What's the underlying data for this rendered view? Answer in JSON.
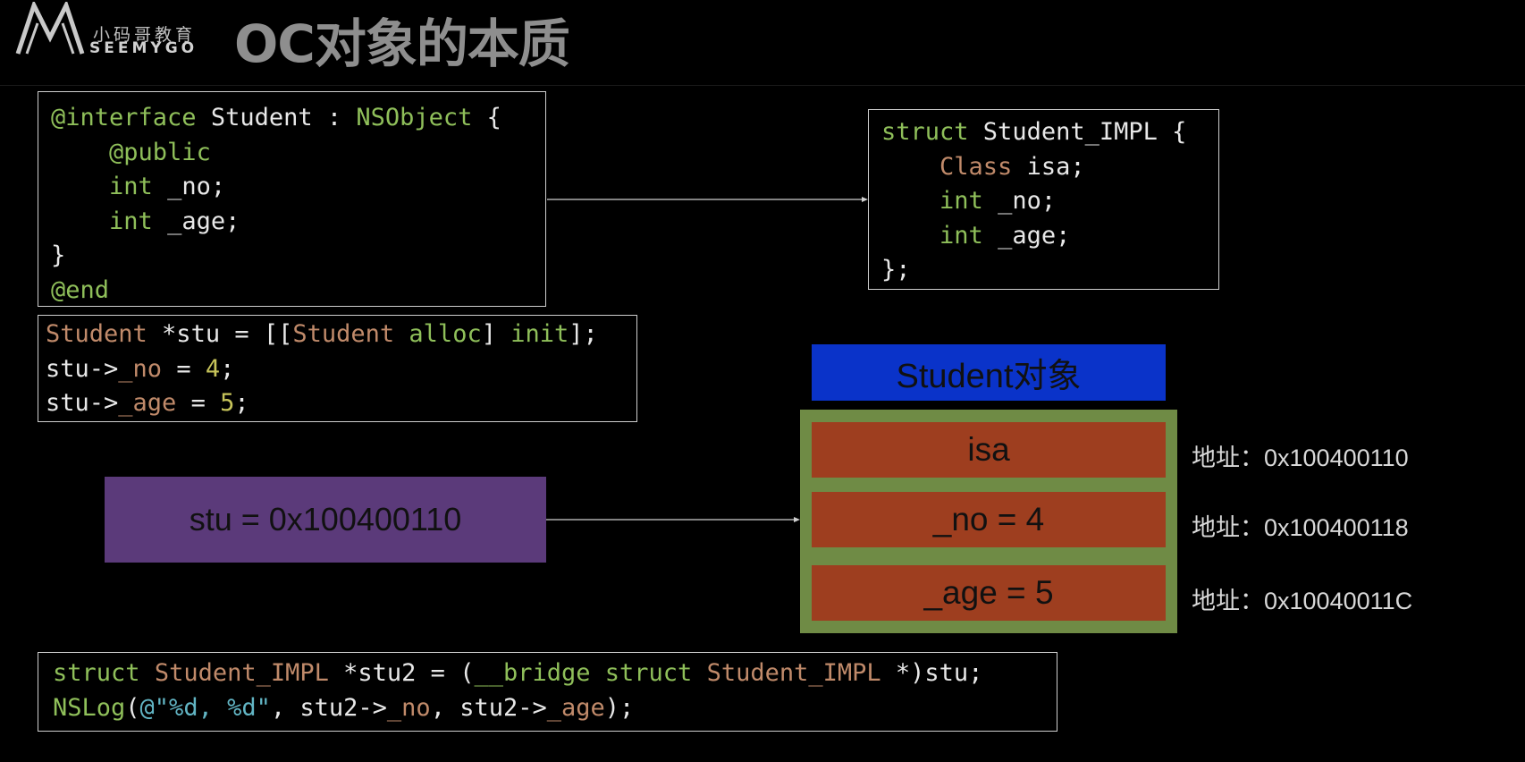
{
  "header": {
    "logo_cn": "小码哥教育",
    "logo_en": "SEEMYGO",
    "title": "OC对象的本质"
  },
  "code": {
    "interface": [
      [
        {
          "t": "@interface",
          "c": "kw"
        },
        {
          "t": " Student : "
        },
        {
          "t": "NSObject",
          "c": "kw"
        },
        {
          "t": " {"
        }
      ],
      [
        {
          "t": "    "
        },
        {
          "t": "@public",
          "c": "kw"
        }
      ],
      [
        {
          "t": "    "
        },
        {
          "t": "int",
          "c": "kw"
        },
        {
          "t": " _no;"
        }
      ],
      [
        {
          "t": "    "
        },
        {
          "t": "int",
          "c": "kw"
        },
        {
          "t": " _age;"
        }
      ],
      [
        {
          "t": "}"
        }
      ],
      [
        {
          "t": "@end",
          "c": "kw"
        }
      ]
    ],
    "impl_struct": [
      [
        {
          "t": "struct",
          "c": "kw"
        },
        {
          "t": " Student_IMPL {"
        }
      ],
      [
        {
          "t": "    "
        },
        {
          "t": "Class",
          "c": "ty"
        },
        {
          "t": " isa;"
        }
      ],
      [
        {
          "t": "    "
        },
        {
          "t": "int",
          "c": "kw"
        },
        {
          "t": " _no;"
        }
      ],
      [
        {
          "t": "    "
        },
        {
          "t": "int",
          "c": "kw"
        },
        {
          "t": " _age;"
        }
      ],
      [
        {
          "t": "};"
        }
      ]
    ],
    "alloc": [
      [
        {
          "t": "Student",
          "c": "ty"
        },
        {
          "t": " *stu = [["
        },
        {
          "t": "Student",
          "c": "ty"
        },
        {
          "t": " "
        },
        {
          "t": "alloc",
          "c": "kw"
        },
        {
          "t": "] "
        },
        {
          "t": "init",
          "c": "kw"
        },
        {
          "t": "];"
        }
      ],
      [
        {
          "t": "stu->"
        },
        {
          "t": "_no",
          "c": "ty"
        },
        {
          "t": " = "
        },
        {
          "t": "4",
          "c": "num"
        },
        {
          "t": ";"
        }
      ],
      [
        {
          "t": "stu->"
        },
        {
          "t": "_age",
          "c": "ty"
        },
        {
          "t": " = "
        },
        {
          "t": "5",
          "c": "num"
        },
        {
          "t": ";"
        }
      ]
    ],
    "bridge": [
      [
        {
          "t": "struct",
          "c": "kw"
        },
        {
          "t": " "
        },
        {
          "t": "Student_IMPL",
          "c": "ty"
        },
        {
          "t": " *stu2 = ("
        },
        {
          "t": "__bridge",
          "c": "kw"
        },
        {
          "t": " "
        },
        {
          "t": "struct",
          "c": "kw"
        },
        {
          "t": " "
        },
        {
          "t": "Student_IMPL",
          "c": "ty"
        },
        {
          "t": " *)stu;"
        }
      ],
      [
        {
          "t": "NSLog",
          "c": "kw"
        },
        {
          "t": "("
        },
        {
          "t": "@\"%d, %d\"",
          "c": "str"
        },
        {
          "t": ", stu2->"
        },
        {
          "t": "_no",
          "c": "ty"
        },
        {
          "t": ", stu2->"
        },
        {
          "t": "_age",
          "c": "ty"
        },
        {
          "t": ");"
        }
      ]
    ]
  },
  "diagram": {
    "pointer_label": "stu = 0x100400110",
    "object_title": "Student对象",
    "cells": [
      "isa",
      "_no = 4",
      "_age = 5"
    ],
    "addresses": [
      "地址：0x100400110",
      "地址：0x100400118",
      "地址：0x10040011C"
    ]
  },
  "colors": {
    "keyword": "#8fbf5a",
    "type": "#c08a6a",
    "number": "#c7c45a",
    "string": "#62b5c4",
    "pointer_box": "#5b3a7a",
    "object_header": "#0a33c9",
    "object_frame": "#6f8b45",
    "cell": "#9e3e1f"
  }
}
